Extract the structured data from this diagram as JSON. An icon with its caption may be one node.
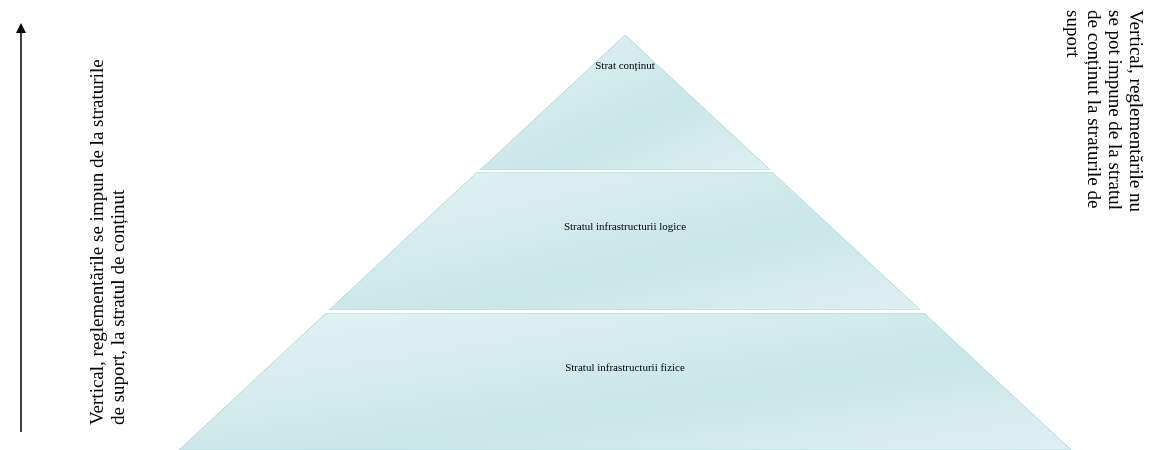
{
  "diagram": {
    "nodes": [
      {
        "text": [
          "Strat conținut"
        ]
      },
      {
        "text": [
          "Stratul infrastructurii logice"
        ]
      },
      {
        "text": [
          "Stratul infrastructurii fizice"
        ]
      }
    ],
    "labels": [
      "Vertical, reglementările se impun de la straturile de suport, la stratul de conținut",
      "Vertical, reglementările nu se pot impune de la stratul de conținut la straturile de suport"
    ]
  }
}
